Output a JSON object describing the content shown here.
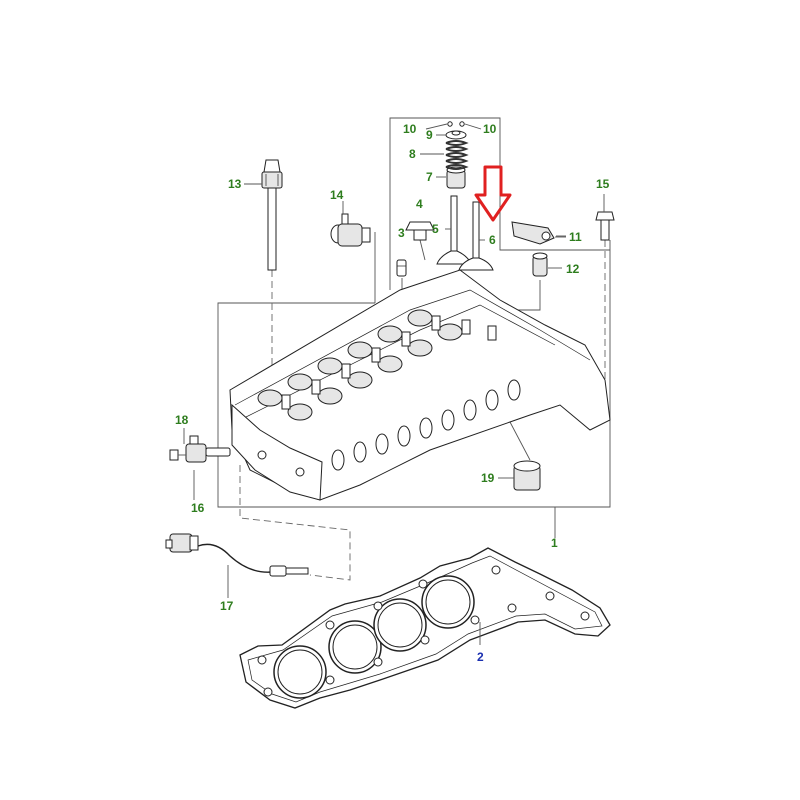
{
  "colors": {
    "callout_green": "#2e7d1e",
    "callout_blue": "#1a2fb0",
    "highlight_arrow": "#e02020",
    "line": "#222222"
  },
  "callouts": {
    "c1": "1",
    "c2": "2",
    "c3": "3",
    "c4": "4",
    "c5": "5",
    "c6": "6",
    "c7": "7",
    "c8": "8",
    "c9": "9",
    "c10a": "10",
    "c10b": "10",
    "c11": "11",
    "c12": "12",
    "c13": "13",
    "c14": "14",
    "c15": "15",
    "c16": "16",
    "c17": "17",
    "c18": "18",
    "c19": "19"
  },
  "highlighted_part": "6",
  "icons": {
    "highlight": "down-arrow-icon"
  }
}
